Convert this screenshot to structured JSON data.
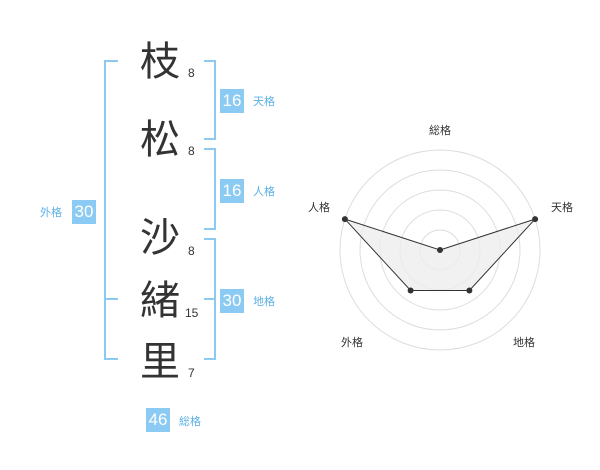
{
  "name": {
    "chars": [
      {
        "char": "枝",
        "strokes": "8"
      },
      {
        "char": "松",
        "strokes": "8"
      },
      {
        "char": "沙",
        "strokes": "8"
      },
      {
        "char": "緒",
        "strokes": "15"
      },
      {
        "char": "里",
        "strokes": "7"
      }
    ]
  },
  "kaku": {
    "tenkaku": {
      "value": "16",
      "label": "天格"
    },
    "jinkaku": {
      "value": "16",
      "label": "人格"
    },
    "chikaku": {
      "value": "30",
      "label": "地格"
    },
    "gaikaku": {
      "value": "30",
      "label": "外格"
    },
    "soukaku": {
      "value": "46",
      "label": "総格"
    }
  },
  "chart_data": {
    "type": "radar",
    "axes": [
      "総格",
      "天格",
      "地格",
      "外格",
      "人格"
    ],
    "values": [
      1,
      5,
      3,
      3,
      5
    ],
    "max": 5,
    "colors": {
      "fill": "#eeeeee",
      "line": "#333333",
      "grid": "#dddddd",
      "accent": "#8bcaf2"
    }
  }
}
